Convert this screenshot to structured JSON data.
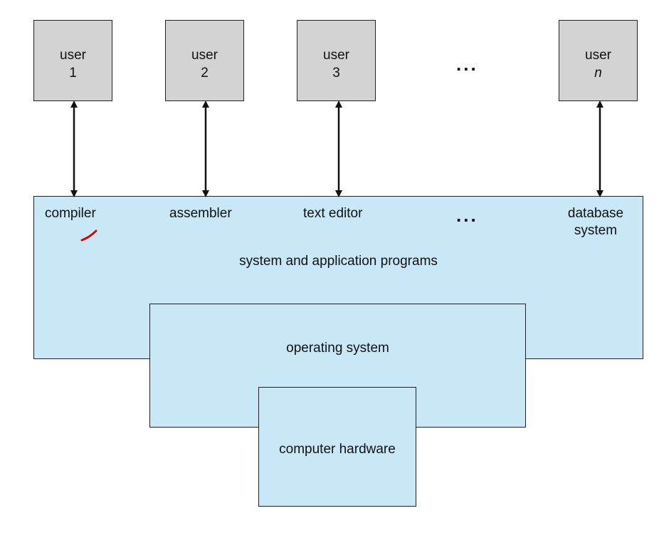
{
  "users": [
    {
      "label": "user",
      "id": "1"
    },
    {
      "label": "user",
      "id": "2"
    },
    {
      "label": "user",
      "id": "3"
    },
    {
      "label": "user",
      "id": "n"
    }
  ],
  "ellipsis": "...",
  "programs": {
    "compiler": "compiler",
    "assembler": "assembler",
    "text_editor": "text editor",
    "database_line1": "database",
    "database_line2": "system",
    "layer_title": "system and application programs"
  },
  "operating_system": "operating system",
  "computer_hardware": "computer hardware",
  "colors": {
    "user_box": "#d3d3d3",
    "layer_fill": "#c8e8f8",
    "border": "#222222",
    "annotation": "#dd0000"
  }
}
